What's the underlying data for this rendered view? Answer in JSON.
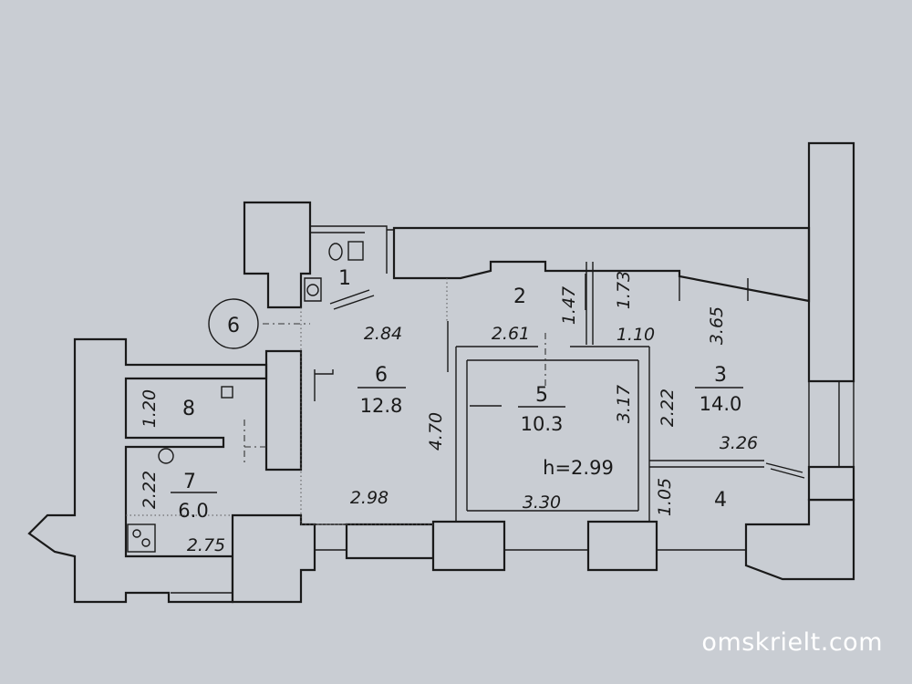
{
  "marker": "6",
  "rooms": {
    "r1": {
      "number": "1"
    },
    "r2": {
      "number": "2"
    },
    "r3": {
      "number": "3",
      "area": "14.0"
    },
    "r4": {
      "number": "4"
    },
    "r5": {
      "number": "5",
      "area": "10.3",
      "height": "h=2.99"
    },
    "r6": {
      "number": "6",
      "area": "12.8"
    },
    "r7": {
      "number": "7",
      "area": "6.0"
    },
    "r8": {
      "number": "8"
    }
  },
  "dims": {
    "d284": "2.84",
    "d261": "2.61",
    "d147": "1.47",
    "d173": "1.73",
    "d110": "1.10",
    "d365": "3.65",
    "d317": "3.17",
    "d222a": "2.22",
    "d326": "3.26",
    "d470": "4.70",
    "d298": "2.98",
    "d330": "3.30",
    "d105": "1.05",
    "d120": "1.20",
    "d222b": "2.22",
    "d275": "2.75"
  },
  "watermark": "omskrielt.com"
}
